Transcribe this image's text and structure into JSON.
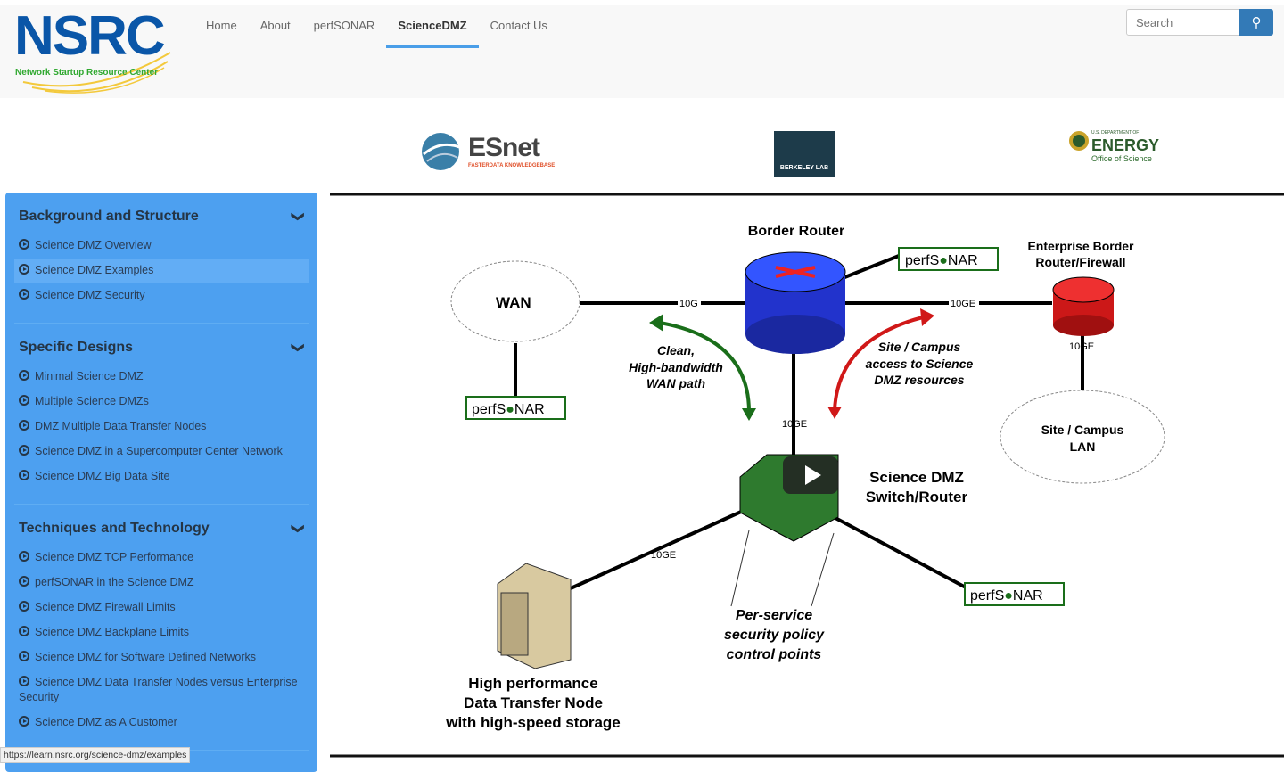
{
  "header": {
    "logo_text": "NSRC",
    "logo_subtitle": "Network Startup Resource Center",
    "nav": [
      {
        "label": "Home"
      },
      {
        "label": "About"
      },
      {
        "label": "perfSONAR"
      },
      {
        "label": "ScienceDMZ",
        "active": true
      },
      {
        "label": "Contact Us"
      }
    ],
    "search_placeholder": "Search",
    "search_icon": "magnifier-icon"
  },
  "partners": {
    "esnet": "ESnet",
    "esnet_sub": "FASTERDATA KNOWLEDGEBASE",
    "berkeley": "BERKELEY LAB",
    "doe_top": "U.S. DEPARTMENT OF",
    "doe": "ENERGY",
    "doe_sub": "Office of Science"
  },
  "sidebar": {
    "sections": [
      {
        "title": "Background and Structure",
        "items": [
          "Science DMZ Overview",
          "Science DMZ Examples",
          "Science DMZ Security"
        ]
      },
      {
        "title": "Specific Designs",
        "items": [
          "Minimal Science DMZ",
          "Multiple Science DMZs",
          "DMZ Multiple Data Transfer Nodes",
          "Science DMZ in a Supercomputer Center Network",
          "Science DMZ Big Data Site"
        ]
      },
      {
        "title": "Techniques and Technology",
        "items": [
          "Science DMZ TCP Performance",
          "perfSONAR in the Science DMZ",
          "Science DMZ Firewall Limits",
          "Science DMZ Backplane Limits",
          "Science DMZ for Software Defined Networks",
          "Science DMZ Data Transfer Nodes versus Enterprise Security",
          "Science DMZ as A Customer"
        ]
      }
    ],
    "active_item": "Science DMZ Examples"
  },
  "diagram": {
    "border_router": "Border Router",
    "enterprise1": "Enterprise Border",
    "enterprise2": "Router/Firewall",
    "wan": "WAN",
    "perfsonar_pre": "perfS",
    "perfsonar_post": "NAR",
    "l10g": "10G",
    "l10ge": "10GE",
    "clean1": "Clean,",
    "clean2": "High-bandwidth",
    "clean3": "WAN path",
    "site1": "Site / Campus",
    "site2": "access to Science",
    "site3": "DMZ resources",
    "lan1": "Site / Campus",
    "lan2": "LAN",
    "dmz1": "Science DMZ",
    "dmz2": "Switch/Router",
    "per1": "Per-service",
    "per2": "security policy",
    "per3": "control points",
    "dtn1": "High performance",
    "dtn2": "Data Transfer Node",
    "dtn3": "with high-speed storage"
  },
  "status_url": "https://learn.nsrc.org/science-dmz/examples"
}
